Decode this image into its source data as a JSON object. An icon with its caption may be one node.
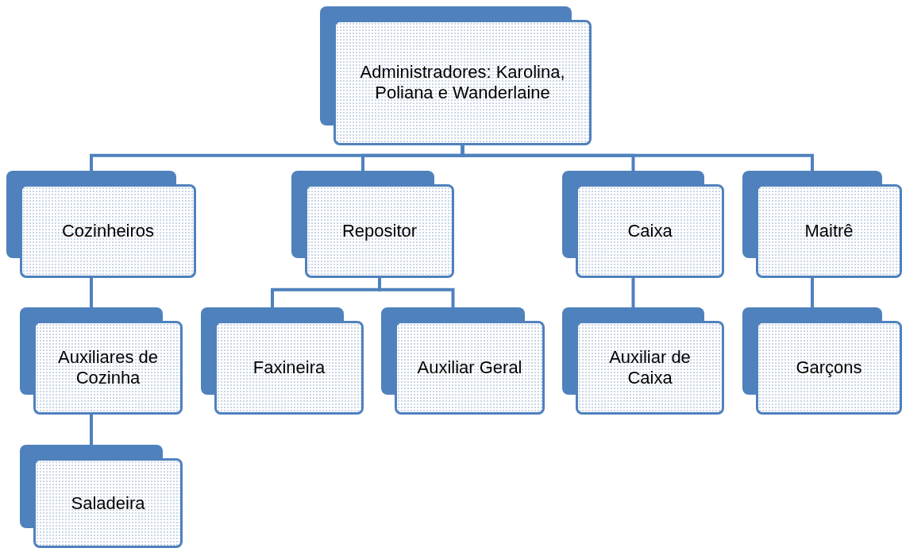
{
  "diagram": {
    "nodes": [
      {
        "text": [
          "Administradores: Karolina, Poliana e Wanderlaine"
        ]
      },
      {
        "text": [
          "Cozinheiros"
        ]
      },
      {
        "text": [
          "Repositor"
        ]
      },
      {
        "text": [
          "Caixa"
        ]
      },
      {
        "text": [
          "Maitrê"
        ]
      },
      {
        "text": [
          "Auxiliares de Cozinha"
        ]
      },
      {
        "text": [
          "Faxineira"
        ]
      },
      {
        "text": [
          "Auxiliar Geral"
        ]
      },
      {
        "text": [
          "Auxiliar de Caixa"
        ]
      },
      {
        "text": [
          "Garçons"
        ]
      },
      {
        "text": [
          "Saladeira"
        ]
      }
    ],
    "edges": [
      {
        "from": 0,
        "to": 1,
        "arrow": "none"
      },
      {
        "from": 0,
        "to": 2,
        "arrow": "none"
      },
      {
        "from": 0,
        "to": 3,
        "arrow": "none"
      },
      {
        "from": 0,
        "to": 4,
        "arrow": "none"
      },
      {
        "from": 1,
        "to": 5,
        "arrow": "none"
      },
      {
        "from": 2,
        "to": 6,
        "arrow": "none"
      },
      {
        "from": 2,
        "to": 7,
        "arrow": "none"
      },
      {
        "from": 3,
        "to": 8,
        "arrow": "none"
      },
      {
        "from": 4,
        "to": 9,
        "arrow": "none"
      },
      {
        "from": 5,
        "to": 10,
        "arrow": "none"
      }
    ]
  }
}
